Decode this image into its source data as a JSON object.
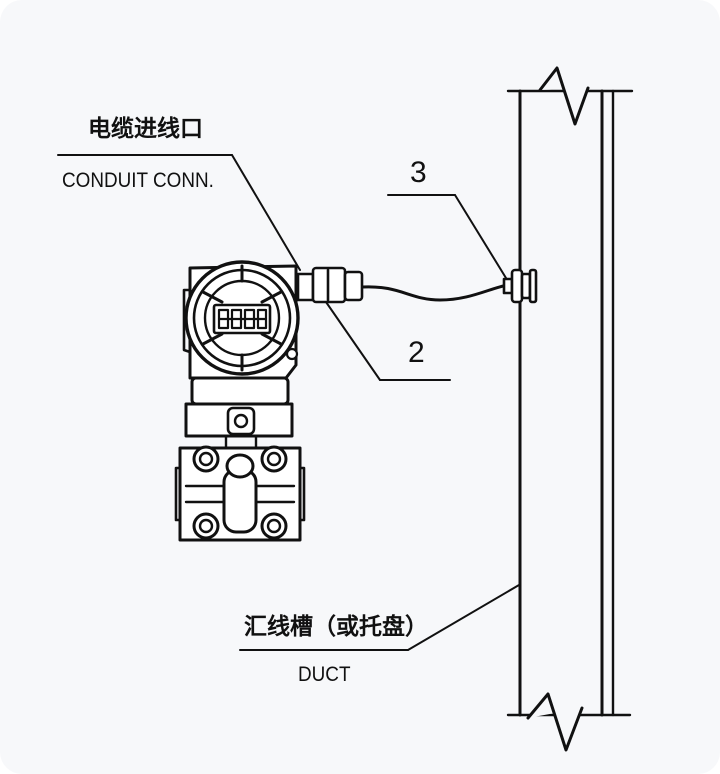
{
  "labels": {
    "conduit_cn": "电缆进线口",
    "conduit_en": "CONDUIT CONN.",
    "callout_3": "3",
    "callout_2": "2",
    "duct_cn": "汇线槽（或托盘）",
    "duct_en": "DUCT"
  },
  "colors": {
    "line": "#111111",
    "paper": "#f7f8fa"
  }
}
